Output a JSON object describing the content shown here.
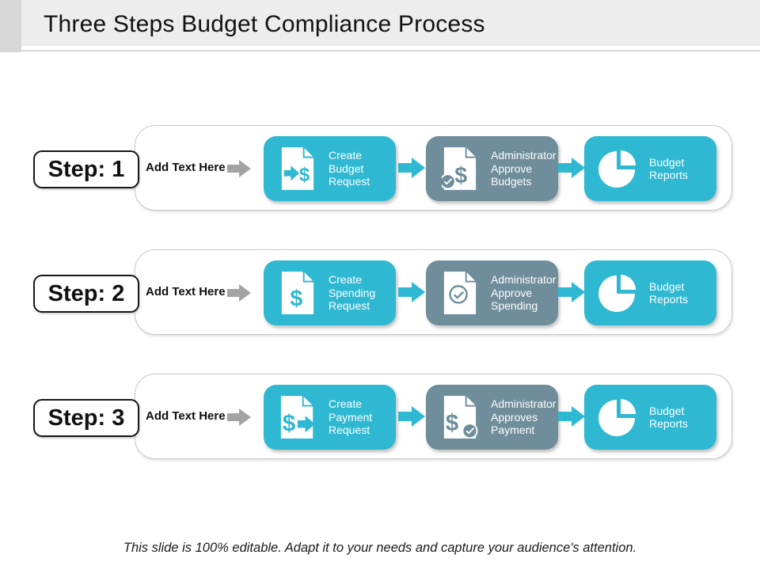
{
  "header": {
    "title": "Three Steps Budget Compliance Process"
  },
  "rows": [
    {
      "step_label": "Step: 1",
      "add_text_label": "Add Text Here",
      "boxes": [
        {
          "label": "Create\nBudget\nRequest",
          "icon": "document-arrow-dollar-icon",
          "color_role": "teal"
        },
        {
          "label": "Administrator\nApprove\nBudgets",
          "icon": "document-dollar-check-icon",
          "color_role": "slate"
        },
        {
          "label": "Budget\nReports",
          "icon": "pie-chart-icon",
          "color_role": "teal"
        }
      ]
    },
    {
      "step_label": "Step: 2",
      "add_text_label": "Add Text Here",
      "boxes": [
        {
          "label": "Create\nSpending\nRequest",
          "icon": "document-dollar-icon",
          "color_role": "teal"
        },
        {
          "label": "Administrator\nApprove\nSpending",
          "icon": "document-check-icon",
          "color_role": "slate"
        },
        {
          "label": "Budget\nReports",
          "icon": "pie-chart-icon",
          "color_role": "teal"
        }
      ]
    },
    {
      "step_label": "Step: 3",
      "add_text_label": "Add Text Here",
      "boxes": [
        {
          "label": "Create\nPayment\nRequest",
          "icon": "document-dollar-arrow-icon",
          "color_role": "teal"
        },
        {
          "label": "Administrator\nApproves\nPayment",
          "icon": "document-dollar-check-icon",
          "color_role": "slate"
        },
        {
          "label": "Budget\nReports",
          "icon": "pie-chart-icon",
          "color_role": "teal"
        }
      ]
    }
  ],
  "footer": {
    "note": "This slide is 100% editable. Adapt it to your needs and capture your audience's attention."
  },
  "colors": {
    "teal": "#2eb8d2",
    "slate": "#708d9c",
    "arrow_gray": "#a3a3a3",
    "header_band": "#ededed",
    "header_accent": "#d7d7d7"
  }
}
